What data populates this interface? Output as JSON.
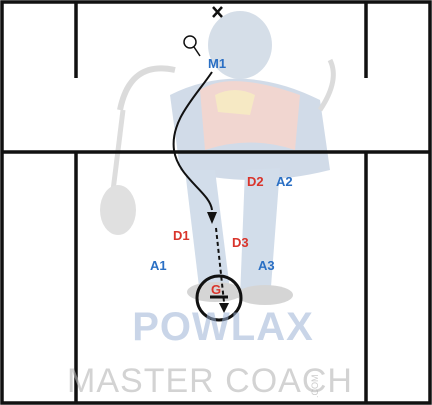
{
  "watermark": {
    "line1": "POWLAX",
    "line2": "MASTER COACH",
    "suffix": ".COM"
  },
  "players": {
    "m1": "M1",
    "d2": "D2",
    "a2": "A2",
    "d1": "D1",
    "d3": "D3",
    "a1": "A1",
    "a3": "A3",
    "g": "G"
  },
  "colors": {
    "offense": "#2a6fc4",
    "defense": "#d9342b",
    "lines": "#111111",
    "watermark_blue": "#9db4d6",
    "watermark_grey": "#b7b7b7"
  },
  "icons": {
    "ball": "ball-icon",
    "x_mark": "x-mark-icon",
    "goal": "goal-circle-icon",
    "arrow": "arrowhead-icon"
  }
}
